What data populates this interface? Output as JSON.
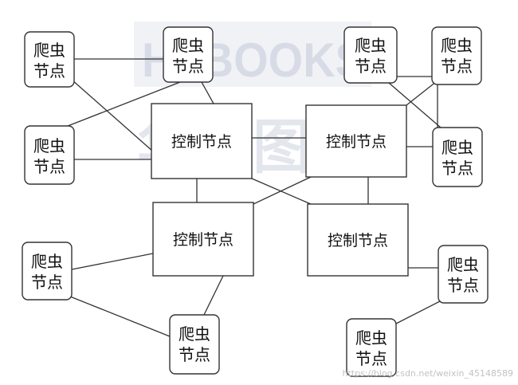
{
  "watermark": {
    "logo_text": "HZBOOKS",
    "logo_sub": "华章图书",
    "url": "https://blog.csdn.net/weixin_45148589"
  },
  "control_label": "控制节点",
  "crawler_label": {
    "line1": "爬虫",
    "line2": "节点"
  },
  "control_nodes": [
    {
      "id": "ctrl-top-left"
    },
    {
      "id": "ctrl-top-right"
    },
    {
      "id": "ctrl-bottom-left"
    },
    {
      "id": "ctrl-bottom-right"
    }
  ],
  "crawler_nodes": [
    {
      "id": "crawler-1"
    },
    {
      "id": "crawler-2"
    },
    {
      "id": "crawler-3"
    },
    {
      "id": "crawler-4"
    },
    {
      "id": "crawler-5"
    },
    {
      "id": "crawler-6"
    },
    {
      "id": "crawler-7"
    },
    {
      "id": "crawler-8"
    },
    {
      "id": "crawler-9"
    },
    {
      "id": "crawler-10"
    },
    {
      "id": "crawler-11"
    }
  ],
  "edges": [
    [
      "crawler-1",
      "crawler-2"
    ],
    [
      "crawler-1",
      "ctrl-top-left"
    ],
    [
      "crawler-2",
      "crawler-3"
    ],
    [
      "crawler-2",
      "ctrl-top-left"
    ],
    [
      "crawler-3",
      "ctrl-top-left"
    ],
    [
      "ctrl-top-left",
      "ctrl-top-right"
    ],
    [
      "ctrl-top-left",
      "ctrl-bottom-left"
    ],
    [
      "ctrl-top-left",
      "ctrl-bottom-right"
    ],
    [
      "ctrl-top-right",
      "ctrl-bottom-left"
    ],
    [
      "ctrl-top-right",
      "ctrl-bottom-right"
    ],
    [
      "crawler-4",
      "crawler-5"
    ],
    [
      "crawler-4",
      "crawler-6"
    ],
    [
      "crawler-5",
      "crawler-6"
    ],
    [
      "crawler-5",
      "ctrl-top-right"
    ],
    [
      "crawler-6",
      "ctrl-top-right"
    ],
    [
      "crawler-7",
      "ctrl-bottom-left"
    ],
    [
      "crawler-7",
      "crawler-8"
    ],
    [
      "crawler-8",
      "ctrl-bottom-left"
    ],
    [
      "crawler-9",
      "ctrl-bottom-right"
    ],
    [
      "crawler-9",
      "crawler-10"
    ]
  ]
}
